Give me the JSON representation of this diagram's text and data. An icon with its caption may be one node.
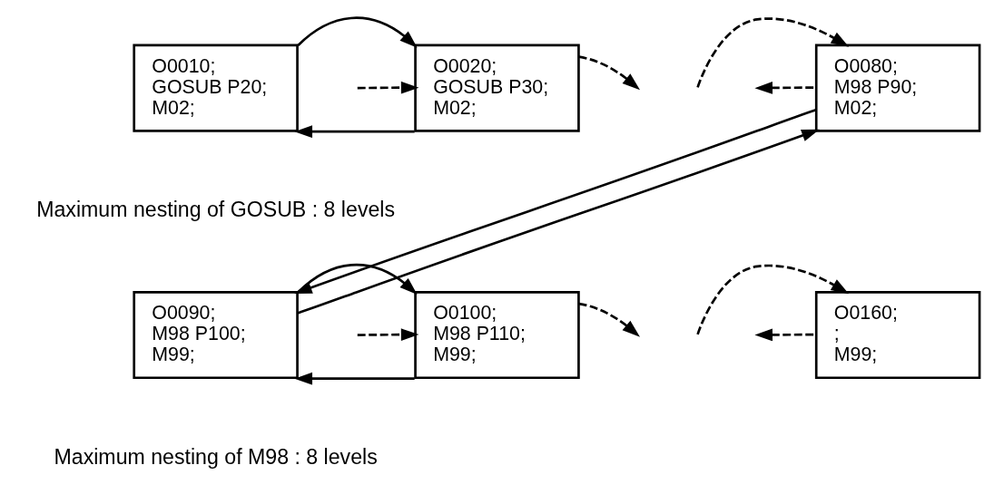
{
  "diagram": {
    "nodes": [
      {
        "text": [
          "O0010;",
          "GOSUB P20;",
          "M02;"
        ]
      },
      {
        "text": [
          "O0020;",
          "GOSUB P30;",
          "M02;"
        ]
      },
      {
        "text": [
          "O0080;",
          "M98 P90;",
          "M02;"
        ]
      },
      {
        "text": [
          "O0090;",
          "M98 P100;",
          "M99;"
        ]
      },
      {
        "text": [
          "O0100;",
          "M98 P110;",
          "M99;"
        ]
      },
      {
        "text": [
          "O0160;",
          ";",
          "M99;"
        ]
      }
    ],
    "edges": [
      {
        "from": 0,
        "to": 1,
        "arrow": "to"
      },
      {
        "from": 1,
        "to": 0,
        "arrow": "to"
      },
      {
        "from": 1,
        "to": null,
        "arrow": "to",
        "style": "dashed"
      },
      {
        "from": null,
        "to": 1,
        "arrow": "to",
        "style": "dashed"
      },
      {
        "from": null,
        "to": 2,
        "arrow": "to",
        "style": "dashed"
      },
      {
        "from": 2,
        "to": null,
        "arrow": "to",
        "style": "dashed"
      },
      {
        "from": 2,
        "to": 3,
        "arrow": "to"
      },
      {
        "from": 3,
        "to": 2,
        "arrow": "to"
      },
      {
        "from": 3,
        "to": 4,
        "arrow": "to"
      },
      {
        "from": 4,
        "to": 3,
        "arrow": "to"
      },
      {
        "from": 4,
        "to": null,
        "arrow": "to",
        "style": "dashed"
      },
      {
        "from": null,
        "to": 4,
        "arrow": "to",
        "style": "dashed"
      },
      {
        "from": null,
        "to": 5,
        "arrow": "to",
        "style": "dashed"
      },
      {
        "from": 5,
        "to": null,
        "arrow": "to",
        "style": "dashed"
      }
    ],
    "labels": [
      "Maximum nesting of GOSUB : 8 levels",
      "Maximum nesting of M98 : 8 levels"
    ]
  }
}
